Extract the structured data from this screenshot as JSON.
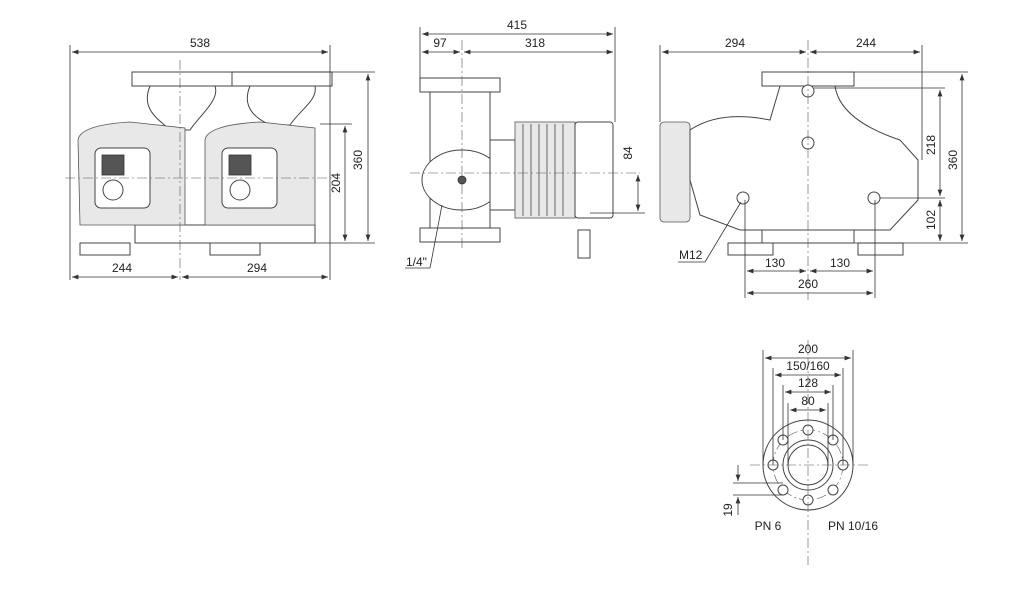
{
  "front_view": {
    "overall_width": "538",
    "height": "360",
    "center_height": "204",
    "left_width": "244",
    "right_width": "294"
  },
  "side_view": {
    "overall_length": "415",
    "flange_to_axis": "97",
    "motor_length": "318",
    "motor_offset": "84",
    "port_label": "1/4\""
  },
  "rear_view": {
    "left_width": "294",
    "right_width": "244",
    "upper_height": "218",
    "height": "360",
    "lower_height": "102",
    "bolt_label": "M12",
    "half_spacing_left": "130",
    "half_spacing_right": "130",
    "foot_spacing": "260"
  },
  "flange_view": {
    "outer_diameter": "200",
    "bolt_circle": "150/160",
    "raised_face": "128",
    "bore": "80",
    "offset": "19",
    "pn_left": "PN 6",
    "pn_right": "PN 10/16"
  }
}
